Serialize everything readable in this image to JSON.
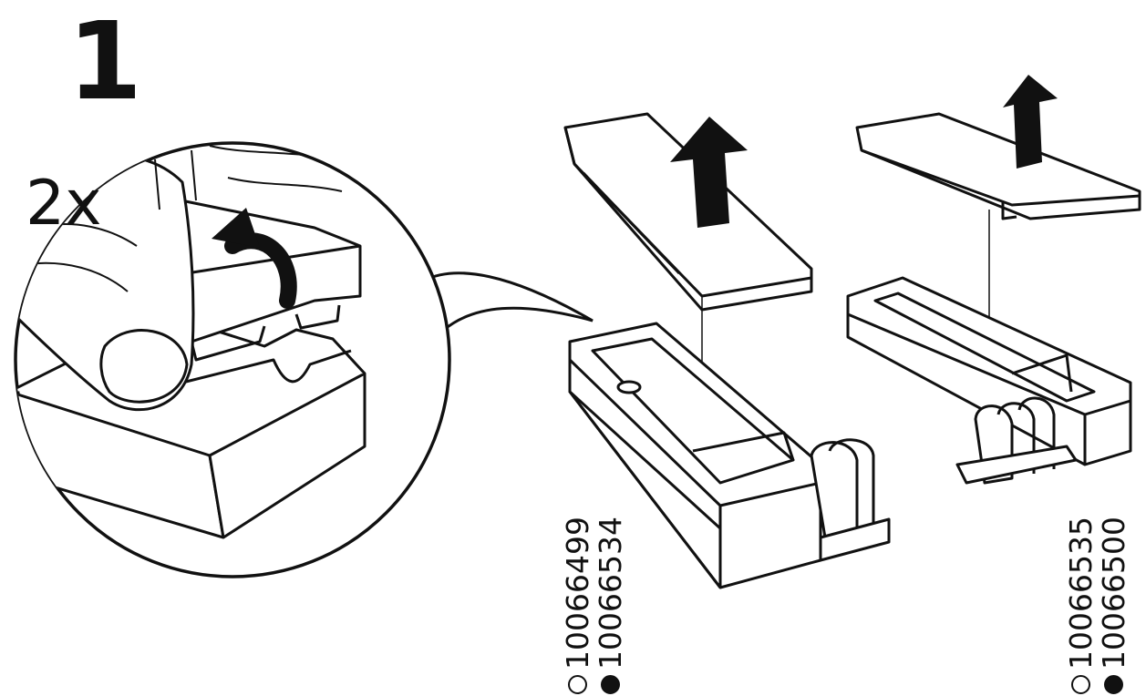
{
  "instruction": {
    "step_number": "1",
    "multiplier": "2x"
  },
  "variants": [
    {
      "codes": [
        {
          "marker": "hollow",
          "number": "10066499"
        },
        {
          "marker": "filled",
          "number": "10066534"
        }
      ]
    },
    {
      "codes": [
        {
          "marker": "hollow",
          "number": "10066535"
        },
        {
          "marker": "filled",
          "number": "10066500"
        }
      ]
    }
  ],
  "colors": {
    "ink": "#111111",
    "paper": "#ffffff"
  }
}
